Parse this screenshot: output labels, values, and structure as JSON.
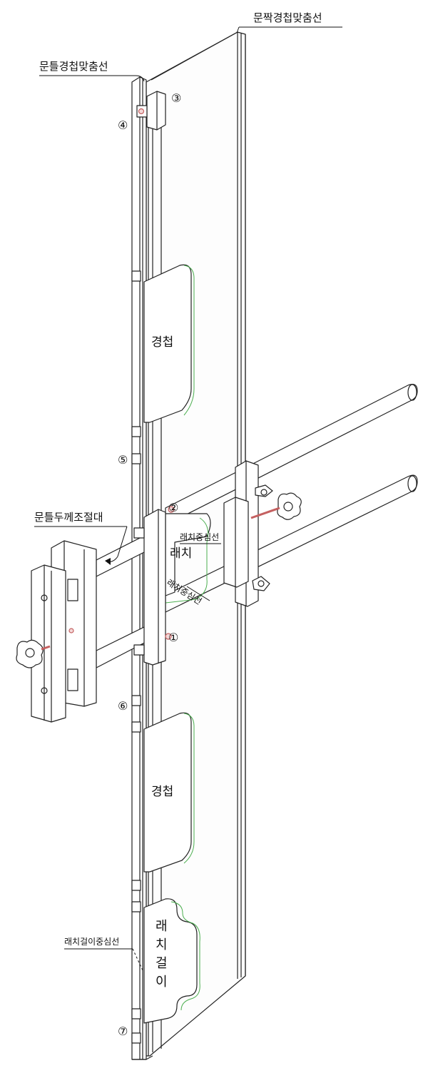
{
  "labels": {
    "door_hinge_line": "문짝경첩맞춤선",
    "frame_hinge_line": "문틀경첩맞춤선",
    "frame_thickness_adjuster": "문틀두께조절대",
    "hinge_top": "경첩",
    "hinge_bottom": "경첩",
    "latch": "래치",
    "latch_center_line_1": "래치중심선",
    "latch_center_line_2": "래치중심선",
    "strike_center_line": "래치걸이중심선",
    "strike": [
      "래",
      "치",
      "걸",
      "이"
    ]
  },
  "markers": [
    "①",
    "②",
    "③",
    "④",
    "⑤",
    "⑥",
    "⑦"
  ],
  "colors": {
    "line": "#222222",
    "highlight": "#4caf50",
    "bolt": "#c46060",
    "label": "#111111"
  }
}
